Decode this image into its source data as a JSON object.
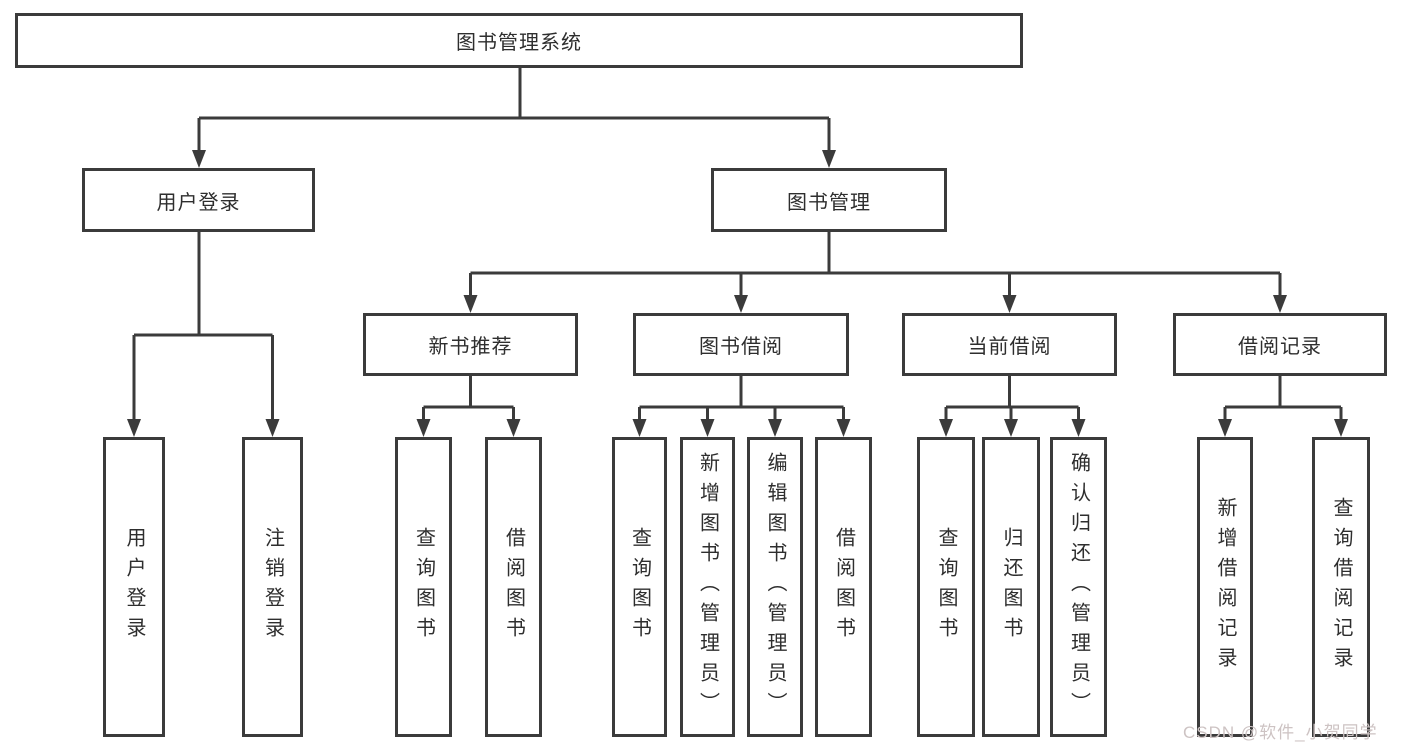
{
  "title": "图书管理系统",
  "watermark": "CSDN @软件_小贺同学",
  "colors": {
    "line": "#3b3b3b",
    "box_border": "#3b3b3b",
    "text": "#2e2e2e",
    "background": "#ffffff",
    "watermark": "#cdc3c3"
  },
  "tree": {
    "root": {
      "label": "图书管理系统"
    },
    "branches": [
      {
        "label": "用户登录",
        "children": [
          {
            "label": "用户登录"
          },
          {
            "label": "注销登录"
          }
        ]
      },
      {
        "label": "图书管理",
        "children": [
          {
            "label": "新书推荐",
            "children": [
              {
                "label": "查询图书"
              },
              {
                "label": "借阅图书"
              }
            ]
          },
          {
            "label": "图书借阅",
            "children": [
              {
                "label": "查询图书"
              },
              {
                "label": "新增图书（管理员）"
              },
              {
                "label": "编辑图书（管理员）"
              },
              {
                "label": "借阅图书"
              }
            ]
          },
          {
            "label": "当前借阅",
            "children": [
              {
                "label": "查询图书"
              },
              {
                "label": "归还图书"
              },
              {
                "label": "确认归还（管理员）"
              }
            ]
          },
          {
            "label": "借阅记录",
            "children": [
              {
                "label": "新增借阅记录"
              },
              {
                "label": "查询借阅记录"
              }
            ]
          }
        ]
      }
    ]
  }
}
